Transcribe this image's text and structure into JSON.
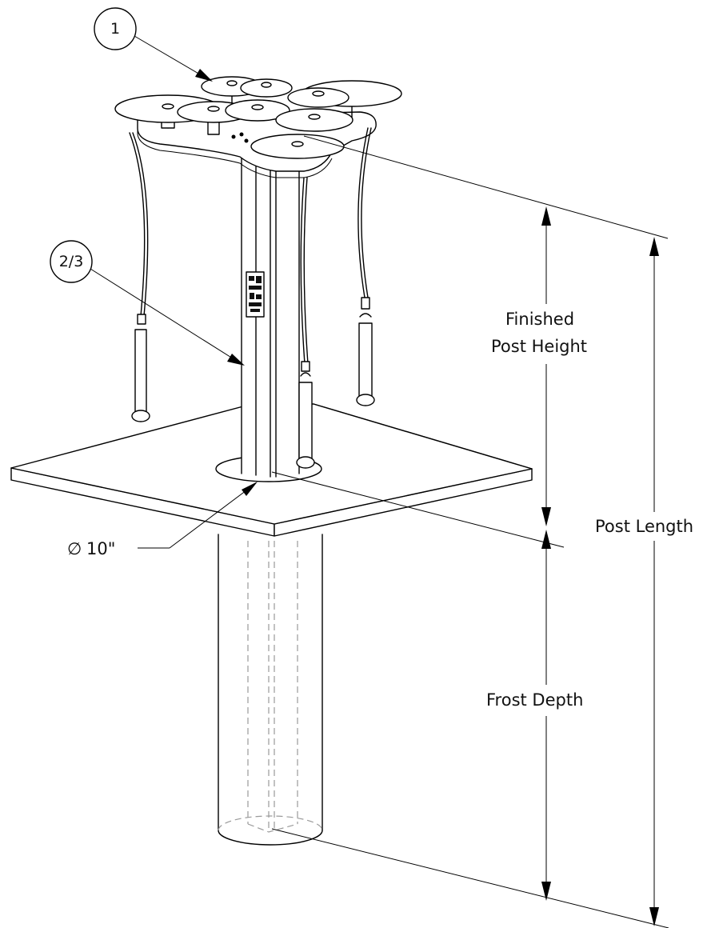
{
  "callouts": {
    "balloon_1": "1",
    "balloon_2": "2/3"
  },
  "dimensions": {
    "finished_post_height_line1": "Finished",
    "finished_post_height_line2": "Post Height",
    "post_length": "Post Length",
    "frost_depth": "Frost Depth",
    "diameter_symbol": "∅",
    "diameter_value": "10\""
  }
}
